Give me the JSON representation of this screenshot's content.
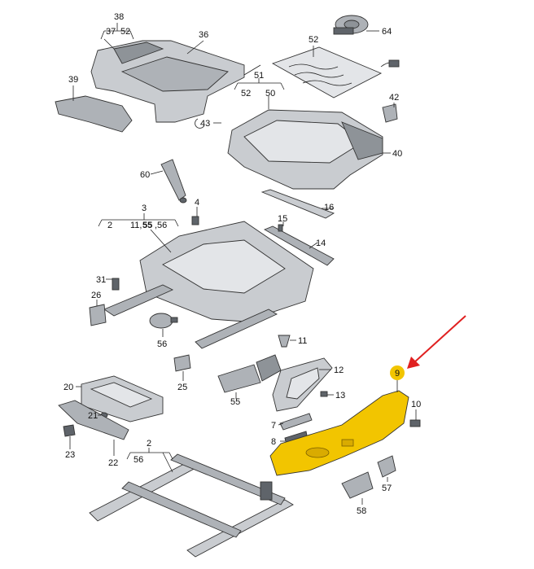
{
  "callouts": {
    "c38": "38",
    "c37": "37",
    "c52a": "52",
    "c36": "36",
    "c39": "39",
    "c52": "52",
    "c64": "64",
    "c51": "51",
    "c52b": "52",
    "c50": "50",
    "c42": "42",
    "c43": "43",
    "c40": "40",
    "c60": "60",
    "c3": "3",
    "c2a": "2",
    "c11": "11,",
    "c55a": "55",
    "c56a": ",56",
    "c4": "4",
    "c16": "16",
    "c15": "15",
    "c14": "14",
    "c31": "31",
    "c26": "26",
    "c56b": "56",
    "c11b": "11",
    "c12": "12",
    "c13": "13",
    "c25": "25",
    "c55": "55",
    "c7": "7",
    "c8": "8",
    "c9": "9",
    "c10": "10",
    "c20": "20",
    "c21": "21",
    "c23": "23",
    "c22": "22",
    "c2b": "2",
    "c56c": "56",
    "c57": "57",
    "c58": "58"
  },
  "highlight": {
    "part": "9",
    "color": "#f2c500",
    "arrow_color": "#e02020"
  }
}
